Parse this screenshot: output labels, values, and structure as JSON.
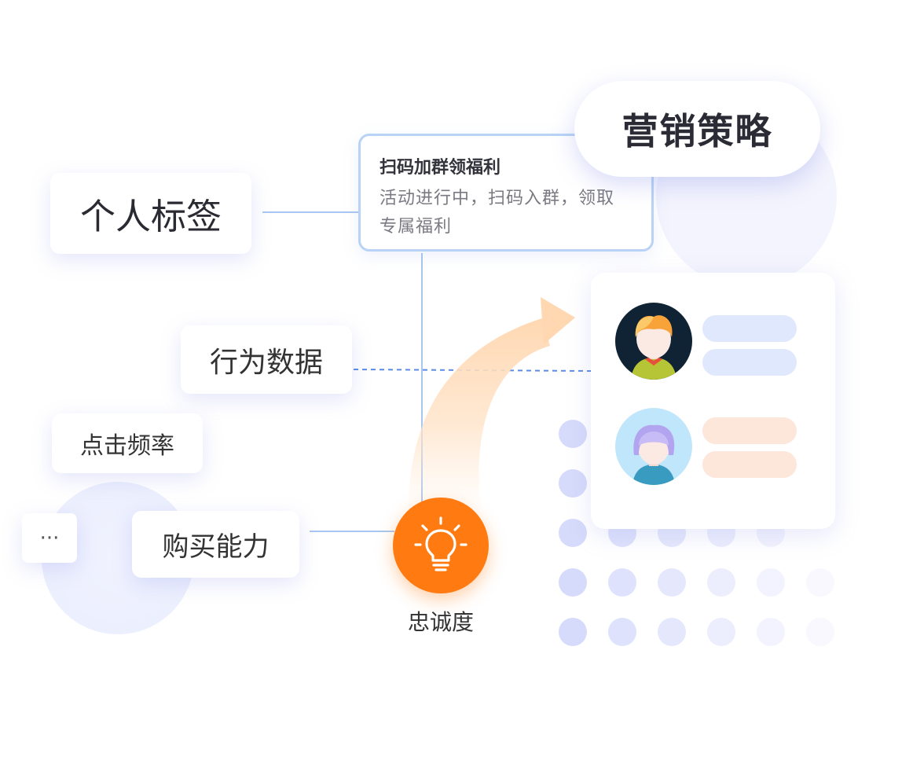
{
  "tags": {
    "personal": "个人标签",
    "behavior": "行为数据",
    "click_rate": "点击频率",
    "buying_power": "购买能力",
    "more": "···"
  },
  "strategy": {
    "title": "营销策略"
  },
  "campaign": {
    "title": "扫码加群领福利",
    "desc_line1": "活动进行中，扫码入群，领取",
    "desc_line2": "专属福利"
  },
  "loyalty": {
    "label": "忠诚度"
  },
  "colors": {
    "orange": "#ff7a10",
    "line_blue": "#a9c6f0",
    "dashed_blue": "#5b8be6",
    "bar_blue": "#dfe8fd",
    "bar_peach": "#fde6da",
    "dot_lavender": "#d3d8fb"
  },
  "icons": {
    "bulb": "lightbulb-icon",
    "arrow": "curved-arrow-icon",
    "avatar1": "user-avatar-icon",
    "avatar2": "user-avatar-icon"
  }
}
